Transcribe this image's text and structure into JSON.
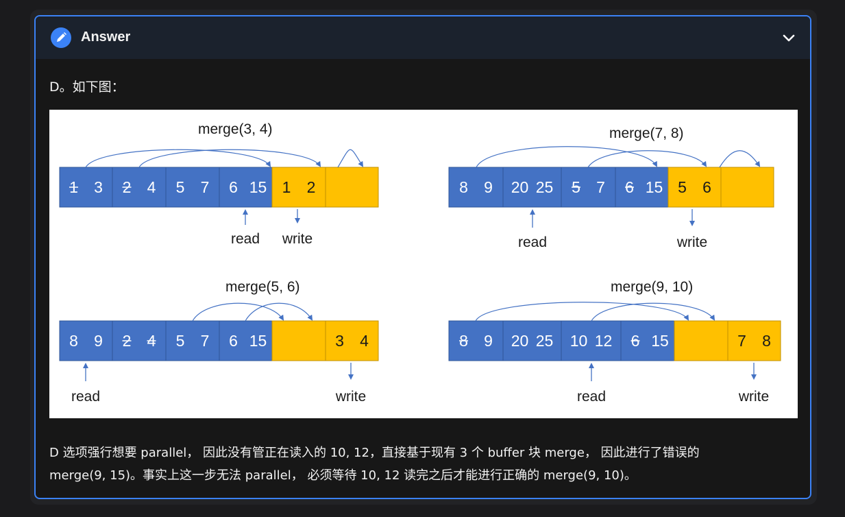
{
  "header": {
    "title": "Answer",
    "icon": "pencil-icon",
    "toggle_icon": "chevron-down-icon"
  },
  "intro": "D。如下图：",
  "figure": {
    "panels": [
      {
        "merge_label": "merge(3, 4)",
        "cells": [
          {
            "nums": [
              "1",
              "3"
            ],
            "struck": [
              0
            ],
            "color": "blue"
          },
          {
            "nums": [
              "2",
              "4"
            ],
            "struck": [
              0
            ],
            "color": "blue"
          },
          {
            "nums": [
              "5",
              "7"
            ],
            "struck": [],
            "color": "blue"
          },
          {
            "nums": [
              "6",
              "15"
            ],
            "struck": [],
            "color": "blue"
          },
          {
            "nums": [
              "1",
              "2"
            ],
            "struck": [],
            "color": "yellow"
          },
          {
            "nums": [],
            "struck": [],
            "color": "yellow"
          }
        ],
        "read_label": "read",
        "write_label": "write"
      },
      {
        "merge_label": "merge(7, 8)",
        "cells": [
          {
            "nums": [
              "8",
              "9"
            ],
            "struck": [],
            "color": "blue"
          },
          {
            "nums": [
              "20",
              "25"
            ],
            "struck": [],
            "color": "blue"
          },
          {
            "nums": [
              "5",
              "7"
            ],
            "struck": [
              0
            ],
            "color": "blue"
          },
          {
            "nums": [
              "6",
              "15"
            ],
            "struck": [
              0
            ],
            "color": "blue"
          },
          {
            "nums": [
              "5",
              "6"
            ],
            "struck": [],
            "color": "yellow"
          },
          {
            "nums": [],
            "struck": [],
            "color": "yellow"
          }
        ],
        "read_label": "read",
        "write_label": "write"
      },
      {
        "merge_label": "merge(5, 6)",
        "cells": [
          {
            "nums": [
              "8",
              "9"
            ],
            "struck": [],
            "color": "blue"
          },
          {
            "nums": [
              "2",
              "4"
            ],
            "struck": [
              0,
              1
            ],
            "color": "blue"
          },
          {
            "nums": [
              "5",
              "7"
            ],
            "struck": [],
            "color": "blue"
          },
          {
            "nums": [
              "6",
              "15"
            ],
            "struck": [],
            "color": "blue"
          },
          {
            "nums": [],
            "struck": [],
            "color": "yellow"
          },
          {
            "nums": [
              "3",
              "4"
            ],
            "struck": [],
            "color": "yellow"
          }
        ],
        "read_label": "read",
        "write_label": "write"
      },
      {
        "merge_label": "merge(9, 10)",
        "cells": [
          {
            "nums": [
              "8",
              "9"
            ],
            "struck": [
              0
            ],
            "color": "blue"
          },
          {
            "nums": [
              "20",
              "25"
            ],
            "struck": [],
            "color": "blue"
          },
          {
            "nums": [
              "10",
              "12"
            ],
            "struck": [],
            "color": "blue"
          },
          {
            "nums": [
              "6",
              "15"
            ],
            "struck": [
              0
            ],
            "color": "blue"
          },
          {
            "nums": [],
            "struck": [],
            "color": "yellow"
          },
          {
            "nums": [
              "7",
              "8"
            ],
            "struck": [],
            "color": "yellow"
          }
        ],
        "read_label": "read",
        "write_label": "write"
      }
    ]
  },
  "description": {
    "line1": "D 选项强行想要 parallel， 因此没有管正在读入的 10, 12，直接基于现有 3 个 buffer 块 merge， 因此进行了错误的",
    "line2": "merge(9, 15)。事实上这一步无法 parallel， 必须等待 10, 12 读完之后才能进行正确的 merge(9, 10)。"
  },
  "colors": {
    "accent": "#3b82f6",
    "block_blue": "#4472c4",
    "block_yellow": "#ffc000",
    "arrow": "#4472c4"
  }
}
